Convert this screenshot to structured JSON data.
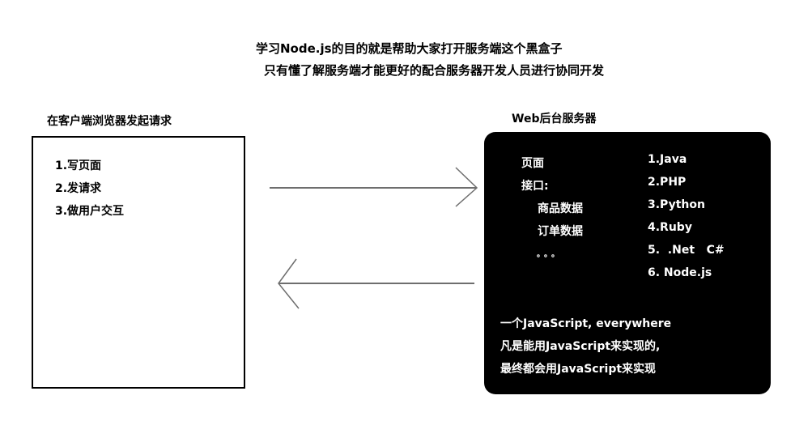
{
  "header": {
    "line1": "学习Node.js的目的就是帮助大家打开服务端这个黑盒子",
    "line2": "只有懂了解服务端才能更好的配合服务器开发人员进行协同开发"
  },
  "client": {
    "label": "在客户端浏览器发起请求",
    "items": [
      "1.写页面",
      "2.发请求",
      "3.做用户交互"
    ]
  },
  "server": {
    "label": "Web后台服务器",
    "left_items": [
      "页面",
      "接口:",
      "商品数据",
      "订单数据",
      "。。。"
    ],
    "languages": [
      "1.Java",
      "2.PHP",
      "3.Python",
      "4.Ruby",
      "5.  .Net   C#",
      "6. Node.js"
    ],
    "slogan": [
      "一个JavaScript, everywhere",
      "凡是能用JavaScript来实现的,",
      "最终都会用JavaScript来实现"
    ]
  },
  "arrows": {
    "request": "right-arrow",
    "response": "left-arrow",
    "color": "#6e6e6e"
  }
}
